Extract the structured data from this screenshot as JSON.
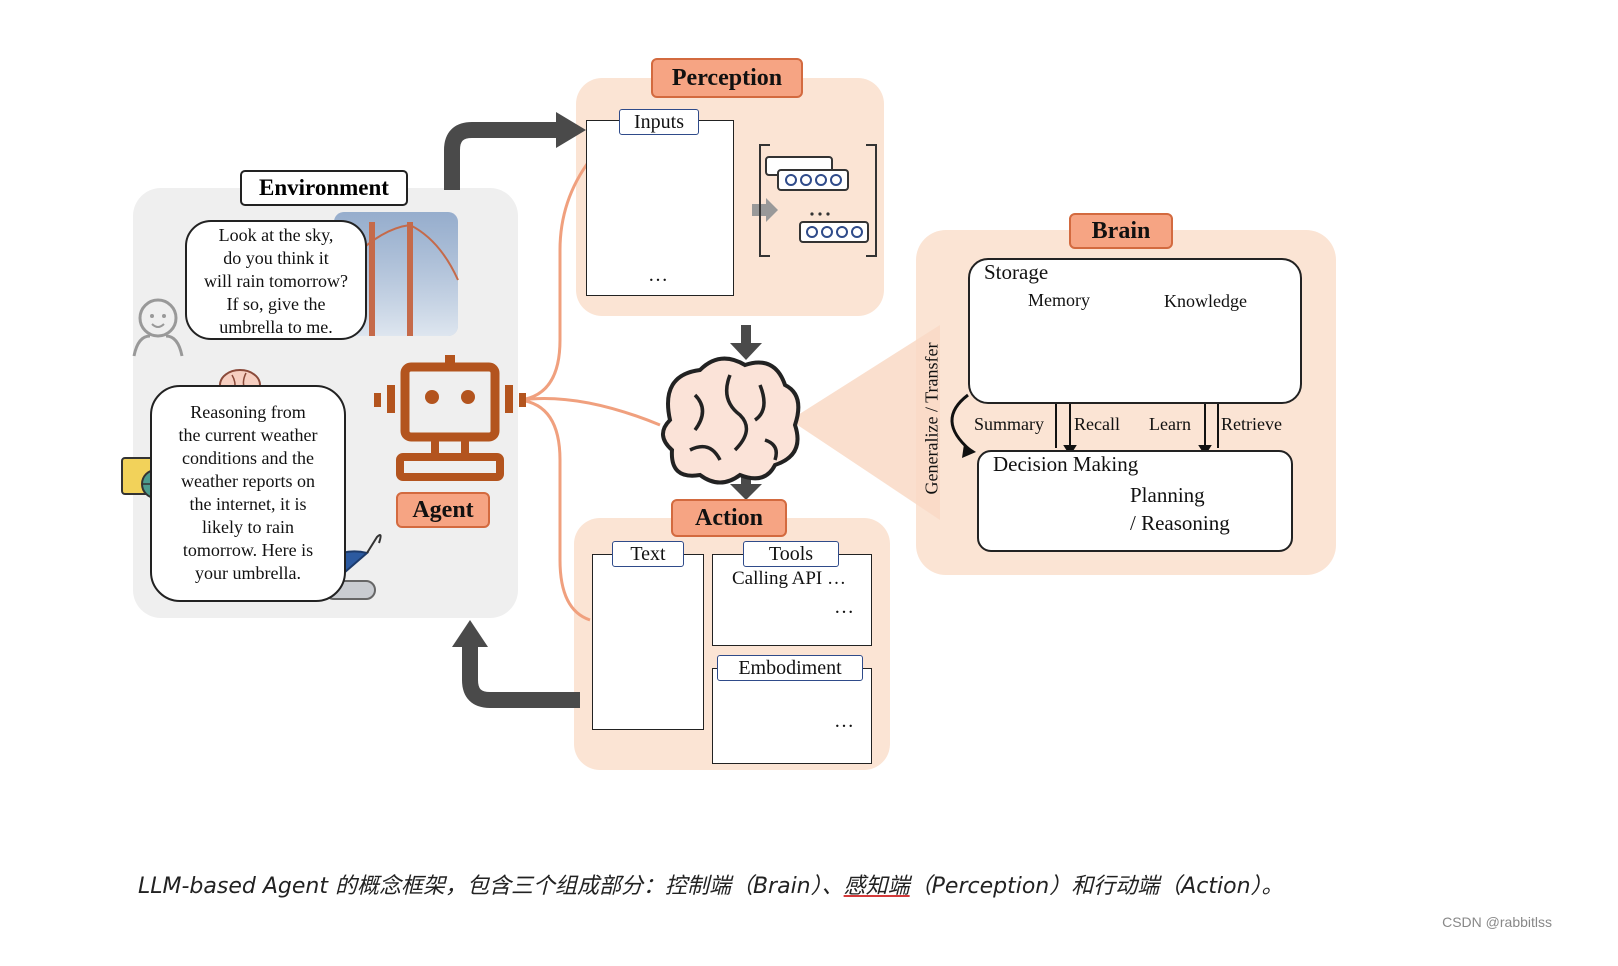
{
  "environment": {
    "title": "Environment",
    "user_bubble_lines": [
      "Look at the sky,",
      "do you think it",
      "will rain tomorrow?",
      "If so, give the",
      "umbrella to me."
    ],
    "agent_bubble_lines": [
      "Reasoning from",
      "the current weather",
      "conditions and the",
      "weather reports on",
      "the internet, it is",
      "likely to rain",
      "tomorrow. Here is",
      "your umbrella."
    ]
  },
  "agent": {
    "label": "Agent"
  },
  "perception": {
    "title": "Perception",
    "inputs_label": "Inputs",
    "ellipsis": "…"
  },
  "action": {
    "title": "Action",
    "text_label": "Text",
    "tools_label": "Tools",
    "tools_caption": "Calling API …",
    "embodiment_label": "Embodiment",
    "ellipsis": "…"
  },
  "brain": {
    "title": "Brain",
    "storage_label": "Storage",
    "memory_label": "Memory",
    "knowledge_label": "Knowledge",
    "summary_label": "Summary",
    "recall_label": "Recall",
    "learn_label": "Learn",
    "retrieve_label": "Retrieve",
    "generalize_label": "Generalize / Transfer",
    "decision_label": "Decision Making",
    "planning_label": "Planning",
    "reasoning_label": "/ Reasoning"
  },
  "icons": [
    "image-icon",
    "headphones-icon",
    "txt-file-icon",
    "touch-icon",
    "map-pin-icon",
    "brain-icon",
    "robot-icon",
    "umbrella-icon",
    "globe-icon",
    "clock-icon",
    "book-icon",
    "path-icon",
    "calculator-icon",
    "robot-arm-icon",
    "neural-net-icon"
  ],
  "caption": {
    "before": "LLM-based Agent 的概念框架，包含三个组成部分：控制端（Brain）、",
    "underlined": "感知端",
    "after": "（Perception）和行动端（Action）。"
  },
  "watermark": "CSDN @rabbitlss",
  "colors": {
    "accent": "#f6a483",
    "panel": "#fbe4d4",
    "env_panel": "#efefef",
    "arrow": "#4a4a4a",
    "robot": "#b3541e"
  }
}
